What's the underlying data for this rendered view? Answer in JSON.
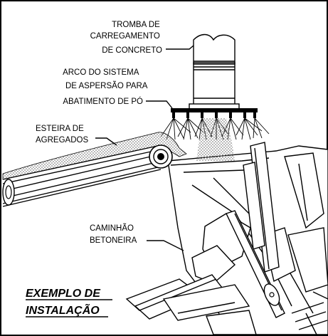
{
  "diagram": {
    "labels": {
      "chute": [
        "TROMBA DE",
        "CARREGAMENTO",
        "DE CONCRETO"
      ],
      "spray_arc": [
        "ARCO DO SISTEMA",
        "DE ASPERSÃO PARA",
        "ABATIMENTO DE PÓ"
      ],
      "conveyor": [
        "ESTEIRA DE",
        "AGREGADOS"
      ],
      "truck": [
        "CAMINHÃO",
        "BETONEIRA"
      ]
    },
    "title": [
      "EXEMPLO DE",
      "INSTALAÇÃO"
    ],
    "colors": {
      "line": "#000000",
      "background": "#ffffff",
      "dust": "#9a9a9a"
    }
  }
}
